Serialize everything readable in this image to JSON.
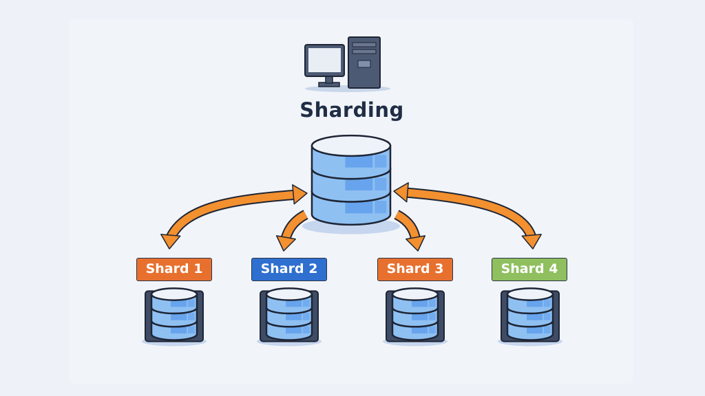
{
  "title": "Sharding",
  "icons": {
    "client": "desktop-computer-icon",
    "main_db": "database-icon"
  },
  "shards": [
    {
      "label": "Shard 1",
      "color": "#e8702e"
    },
    {
      "label": "Shard 2",
      "color": "#2f6fd0"
    },
    {
      "label": "Shard 3",
      "color": "#e8702e"
    },
    {
      "label": "Shard 4",
      "color": "#8fbf5f"
    }
  ],
  "colors": {
    "arrow": "#f3902f",
    "db_fill": "#7fb4ef",
    "outline": "#1e2535"
  }
}
